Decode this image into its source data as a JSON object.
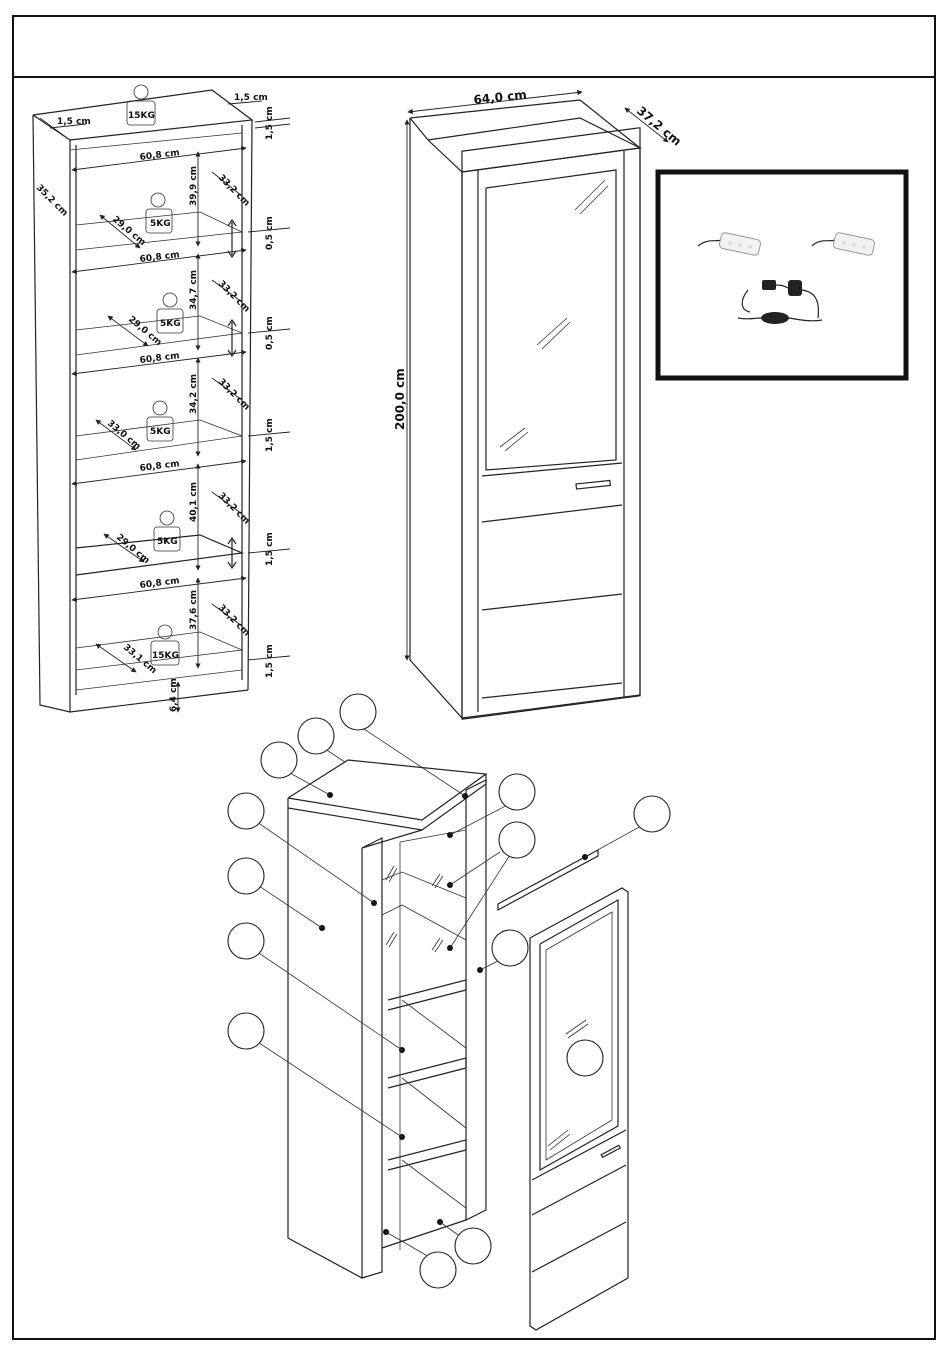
{
  "shelf_diagram": {
    "dims": {
      "side_thickness": "1,5 cm",
      "top_thickness": "1,5 cm",
      "depth": "35,2 cm",
      "inner_width": "60,8 cm",
      "glass_thickness": "0,5 cm",
      "base_height": "6,4 cm",
      "compartment_heights": [
        "39,9 cm",
        "34,7 cm",
        "34,2 cm",
        "40,1 cm",
        "37,6 cm"
      ],
      "shelf_depths": [
        "29,0 cm",
        "29,0 cm",
        "33,0 cm",
        "29,0 cm",
        "33,1 cm"
      ],
      "inner_depth": "33,2 cm",
      "right_thicknesses": [
        "1,5 cm",
        "0,5 cm",
        "0,5 cm",
        "1,5 cm",
        "1,5 cm",
        "1,5 cm"
      ]
    },
    "loads": [
      "15KG",
      "5KG",
      "5KG",
      "5KG",
      "5KG",
      "15KG"
    ]
  },
  "cabinet_view": {
    "width": "64,0 cm",
    "depth": "37,2 cm",
    "height": "200,0 cm"
  },
  "led_kit": {
    "icons": [
      "led-strip-icon",
      "led-strip-icon",
      "power-adapter-icon",
      "switch-icon"
    ]
  }
}
